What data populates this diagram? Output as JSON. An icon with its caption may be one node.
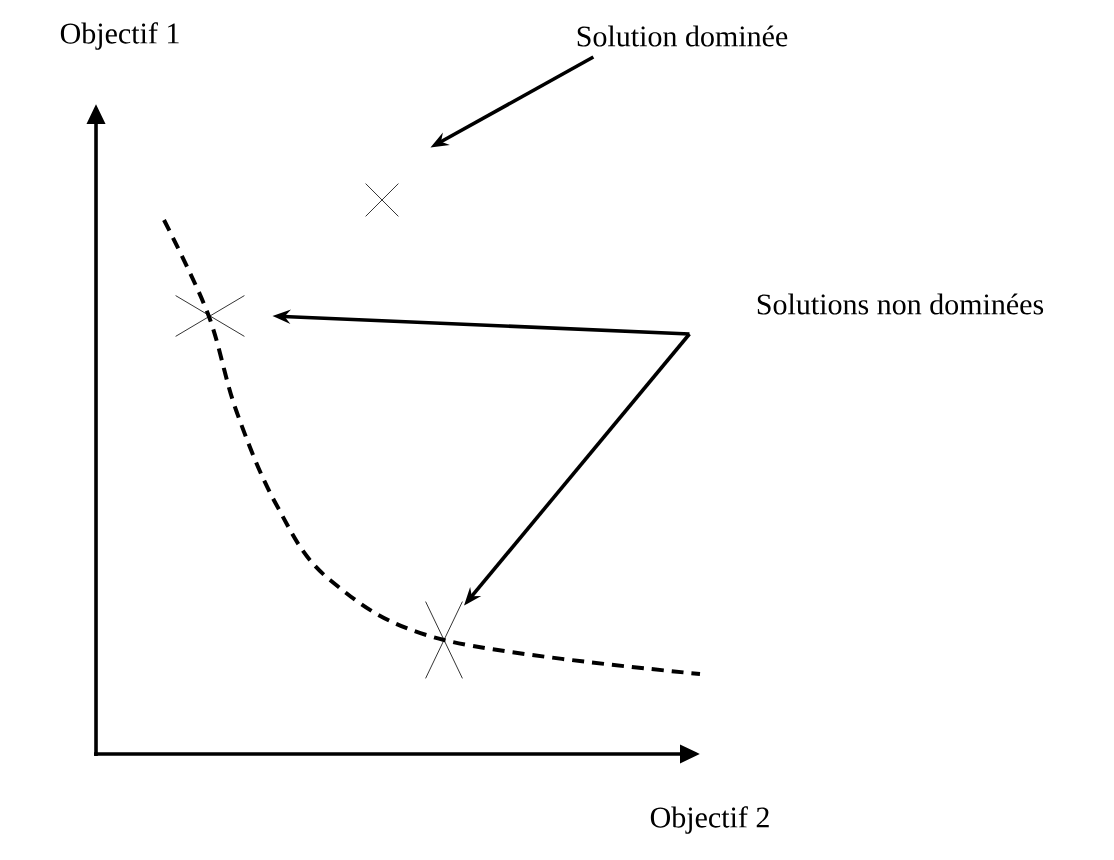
{
  "diagram": {
    "nodes": [
      {
        "text": [
          "Solution dominée"
        ]
      },
      {
        "text": [],
        "shape": "cross"
      },
      {
        "text": [
          "Solutions non dominées"
        ]
      },
      {
        "text": [],
        "shape": "cross"
      },
      {
        "text": [],
        "shape": "cross"
      }
    ],
    "edges": [
      {
        "from": 0,
        "to": 1,
        "arrow": "to"
      },
      {
        "from": 2,
        "to": 3,
        "arrow": "to"
      },
      {
        "from": 2,
        "to": 4,
        "arrow": "to"
      }
    ],
    "labels": [
      "Objectif 1",
      "Objectif 2"
    ]
  }
}
